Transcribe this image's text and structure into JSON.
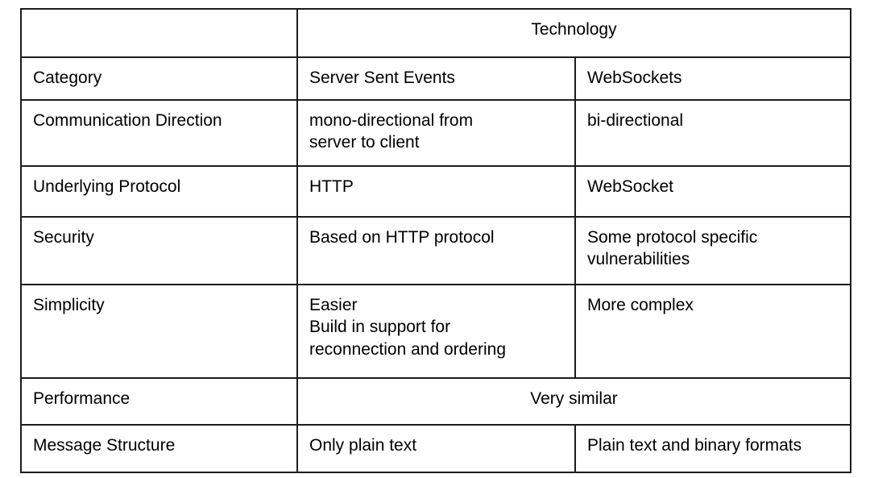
{
  "table": {
    "group_header": "Technology",
    "columns": [
      {
        "key": "category",
        "label": "Category"
      },
      {
        "key": "sse",
        "label": "Server Sent Events"
      },
      {
        "key": "websockets",
        "label": "WebSockets"
      }
    ],
    "rows": [
      {
        "category": "Communication Direction",
        "sse_lines": [
          "mono-directional from",
          "server to client"
        ],
        "websockets_lines": [
          "bi-directional"
        ],
        "merged": false
      },
      {
        "category": "Underlying Protocol",
        "sse_lines": [
          "HTTP"
        ],
        "websockets_lines": [
          "WebSocket"
        ],
        "merged": false
      },
      {
        "category": "Security",
        "sse_lines": [
          "Based on HTTP protocol"
        ],
        "websockets_lines": [
          "Some protocol specific",
          "vulnerabilities"
        ],
        "merged": false
      },
      {
        "category": "Simplicity",
        "sse_lines": [
          "Easier",
          "Build in support for",
          "reconnection and ordering"
        ],
        "websockets_lines": [
          "More complex"
        ],
        "merged": false
      },
      {
        "category": "Performance",
        "merged": true,
        "merged_value": "Very similar"
      },
      {
        "category": "Message Structure",
        "sse_lines": [
          "Only plain text"
        ],
        "websockets_lines": [
          "Plain text and binary formats"
        ],
        "merged": false
      }
    ]
  },
  "colors": {
    "border": "#1c1c1c",
    "text": "#000000",
    "background": "#ffffff"
  }
}
